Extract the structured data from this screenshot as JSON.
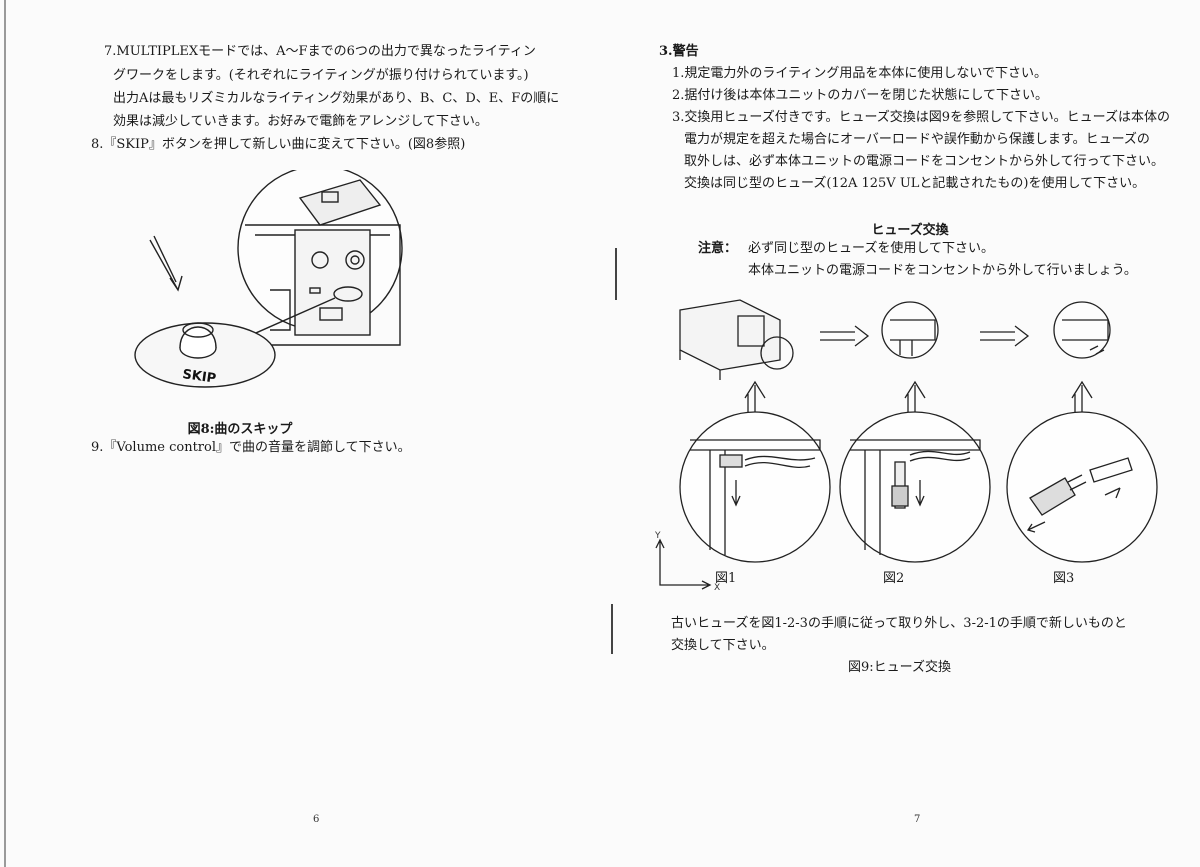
{
  "left": {
    "item7": [
      "7.MULTIPLEXモードでは、A～Fまでの6つの出力で異なったライティン",
      "グワークをします。(それぞれにライティングが振り付けられています。)",
      "出力Aは最もリズミカルなライティング効果があり、B、C、D、E、Fの順に",
      "効果は減少していきます。お好みで電飾をアレンジして下さい。"
    ],
    "item8": "8.『SKIP』ボタンを押して新しい曲に変えて下さい。(図8参照)",
    "skip_label": "SKIP",
    "figure_caption": "図8:曲のスキップ",
    "item9": "9.『Volume control』で曲の音量を調節して下さい。",
    "page_number": "6"
  },
  "right": {
    "heading": "3.警告",
    "warnings": [
      "1.規定電力外のライティング用品を本体に使用しないで下さい。",
      "2.据付け後は本体ユニットのカバーを閉じた状態にして下さい。",
      "3.交換用ヒューズ付きです。ヒューズ交換は図9を参照して下さい。ヒューズは本体の",
      "電力が規定を超えた場合にオーバーロードや誤作動から保護します。ヒューズの",
      "取外しは、必ず本体ユニットの電源コードをコンセントから外して行って下さい。",
      "交換は同じ型のヒューズ(12A 125V ULと記載されたもの)を使用して下さい。"
    ],
    "fuse_title": "ヒューズ交換",
    "note_label": "注意：",
    "note_line1": "必ず同じ型のヒューズを使用して下さい。",
    "note_line2": "本体ユニットの電源コードをコンセントから外して行いましょう。",
    "axis_y": "Y",
    "axis_x": "X",
    "step_labels": [
      "図1",
      "図2",
      "図3"
    ],
    "instructions": [
      "古いヒューズを図1-2-3の手順に従って取り外し、3-2-1の手順で新しいものと",
      "交換して下さい。"
    ],
    "figure_caption": "図9:ヒューズ交換",
    "page_number": "7"
  }
}
